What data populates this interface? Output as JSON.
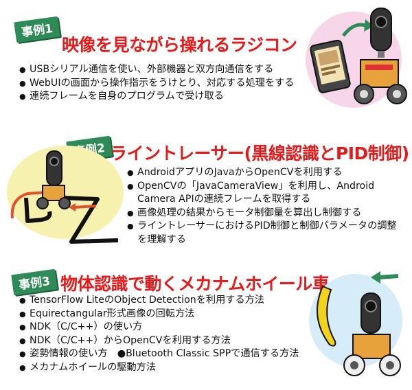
{
  "cases": [
    {
      "tag": "事例1",
      "title": "映像を見ながら操れるラジコン",
      "bullets": [
        "USBシリアル通信を使い、外部機器と双方向通信をする",
        "WebUIの画面から操作指示をうけとり、対応する処理をする",
        "連続フレームを自身のプログラムで受け取る"
      ]
    },
    {
      "tag": "事例2",
      "title": "ライントレーサー(黒線認識とPID制御)",
      "bullets": [
        "AndroidアプリのJavaからOpenCVを利用する",
        "OpenCVの「JavaCameraView」を利用し、Android Camera APIの連続フレームを取得する",
        "画像処理の結果からモータ制御量を算出し制御する",
        "ライントレーサーにおけるPID制御と制御パラメータの調整を理解する"
      ]
    },
    {
      "tag": "事例3",
      "title": "物体認識で動くメカナムホイール車",
      "bullets": [
        "TensorFlow LiteのObject Detectionを利用する方法",
        "Equirectangular形式画像の回転方法",
        "NDK（C/C++）の使い方",
        "NDK（C/C++）からOpenCVを利用する方法",
        "姿勢情報の使い方　●Bluetooth Classic SPPで通信する方法",
        "メカナムホイールの駆動方法"
      ]
    }
  ],
  "colors": {
    "tag_bg": "#2e8b57",
    "title": "#e51a1a",
    "circle1": "#f6d6e8",
    "circle2": "#f7f1b0",
    "circle3": "#d6ecf8",
    "arrow_green": "#2e8b57",
    "arrow_red": "#e0502a",
    "banana": "#f2d21c"
  }
}
